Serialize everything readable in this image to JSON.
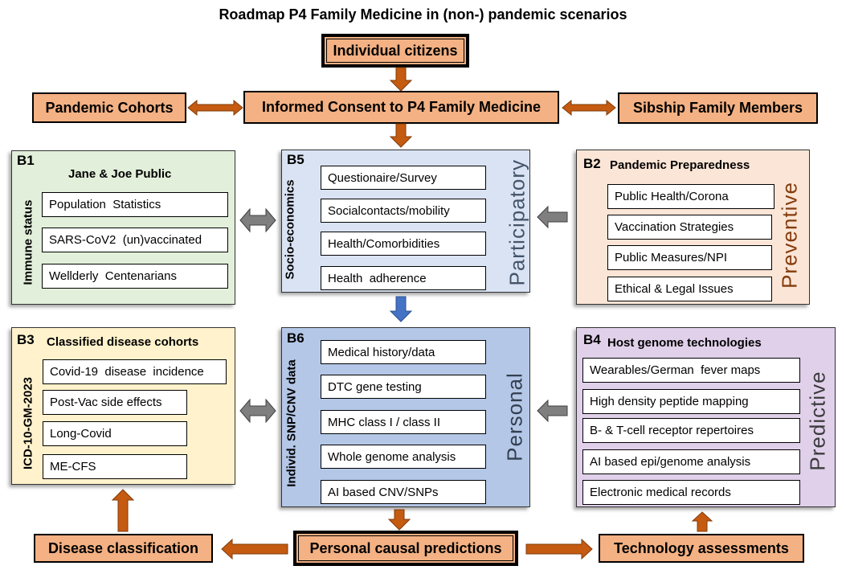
{
  "title": "Roadmap P4 Family Medicine in (non-) pandemic scenarios",
  "top_flow": {
    "individual_citizens": "Individual citizens",
    "informed_consent": "Informed Consent to P4 Family Medicine",
    "pandemic_cohorts": "Pandemic Cohorts",
    "sibship_family": "Sibship Family Members"
  },
  "bottom_flow": {
    "disease_classification": "Disease classification",
    "personal_causal_predictions": "Personal causal predictions",
    "technology_assessments": "Technology assessments"
  },
  "panels": {
    "b1": {
      "id": "B1",
      "heading": "Jane & Joe Public",
      "side_label": "Immune status",
      "items": [
        "Population  Statistics",
        "SARS-CoV2  (un)vaccinated",
        "Wellderly  Centenarians"
      ]
    },
    "b5": {
      "id": "B5",
      "side_label": "Socio-economics",
      "category": "Participatory",
      "items": [
        "Questionaire/Survey",
        "Socialcontacts/mobility",
        "Health/Comorbidities",
        "Health  adherence"
      ]
    },
    "b2": {
      "id": "B2",
      "heading": "Pandemic  Preparedness",
      "category": "Preventive",
      "items": [
        "Public Health/Corona",
        "Vaccination Strategies",
        "Public Measures/NPI",
        "Ethical & Legal Issues"
      ]
    },
    "b3": {
      "id": "B3",
      "heading": "Classified  disease  cohorts",
      "side_label": "ICD-10-GM-2023",
      "items": [
        "Covid-19  disease  incidence",
        "Post-Vac side effects",
        "Long-Covid",
        "ME-CFS"
      ]
    },
    "b6": {
      "id": "B6",
      "side_label": "Individ.  SNP/CNV data",
      "category": "Personal",
      "items": [
        "Medical history/data",
        "DTC gene testing",
        "MHC class I / class II",
        "Whole genome analysis",
        "AI based CNV/SNPs"
      ]
    },
    "b4": {
      "id": "B4",
      "heading": "Host genome  technologies",
      "category": "Predictive",
      "items": [
        "Wearables/German  fever maps",
        "High density peptide mapping",
        "B- & T-cell receptor repertoires",
        "AI based epi/genome analysis",
        "Electronic medical records"
      ]
    }
  },
  "colors": {
    "orange_box": "#f4b183",
    "orange_arrow": "#c55a11",
    "gray_arrow": "#7f7f7f",
    "blue_arrow": "#4472c4",
    "participatory_text": "#44546a",
    "preventive_text": "#843c0c",
    "personal_text": "#333f50",
    "predictive_text": "#3b3b3b"
  }
}
